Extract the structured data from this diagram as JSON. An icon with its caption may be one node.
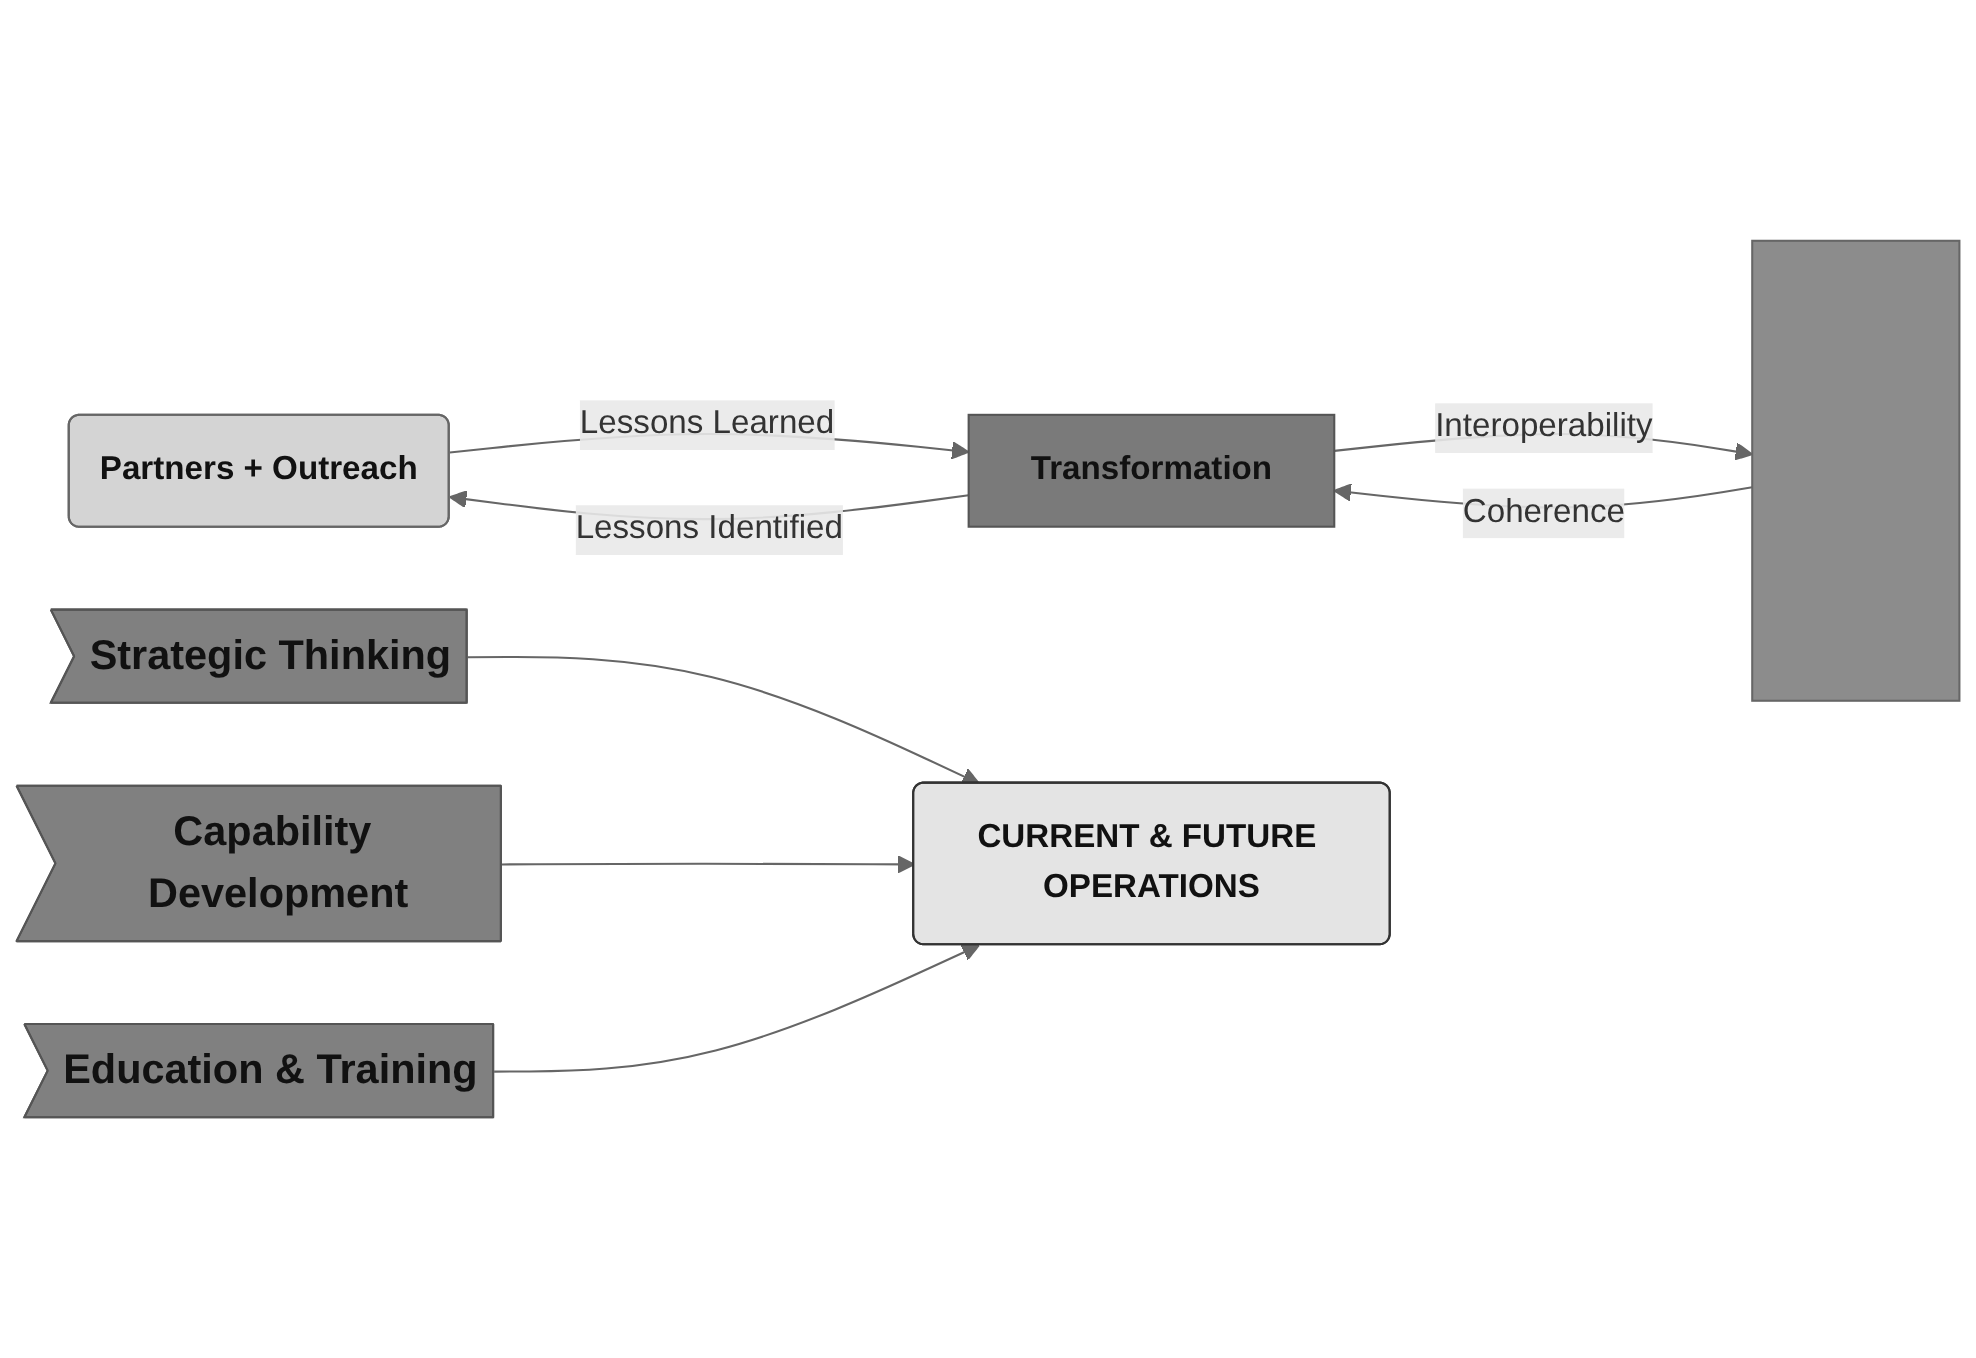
{
  "diagram": {
    "nodes": [
      {
        "text": [
          "Partners + Outreach"
        ]
      },
      {
        "text": [
          "Transformation"
        ]
      },
      {
        "text": [],
        "shape": "bar"
      },
      {
        "text": [
          "Strategic Thinking"
        ]
      },
      {
        "text": [
          "Capability Development"
        ]
      },
      {
        "text": [
          "Education & Training"
        ]
      },
      {
        "text": [
          "CURRENT & FUTURE OPERATIONS"
        ]
      }
    ],
    "edges": [
      {
        "from": 0,
        "to": 1,
        "label": "Lessons Learned",
        "arrow": "to"
      },
      {
        "from": 1,
        "to": 0,
        "label": "Lessons Identified",
        "arrow": "to"
      },
      {
        "from": 1,
        "to": 2,
        "label": "Interoperability",
        "arrow": "to"
      },
      {
        "from": 2,
        "to": 1,
        "label": "Coherence",
        "arrow": "to"
      },
      {
        "from": 3,
        "to": 6,
        "arrow": "to"
      },
      {
        "from": 4,
        "to": 6,
        "arrow": "to"
      },
      {
        "from": 5,
        "to": 6,
        "arrow": "to"
      }
    ]
  }
}
